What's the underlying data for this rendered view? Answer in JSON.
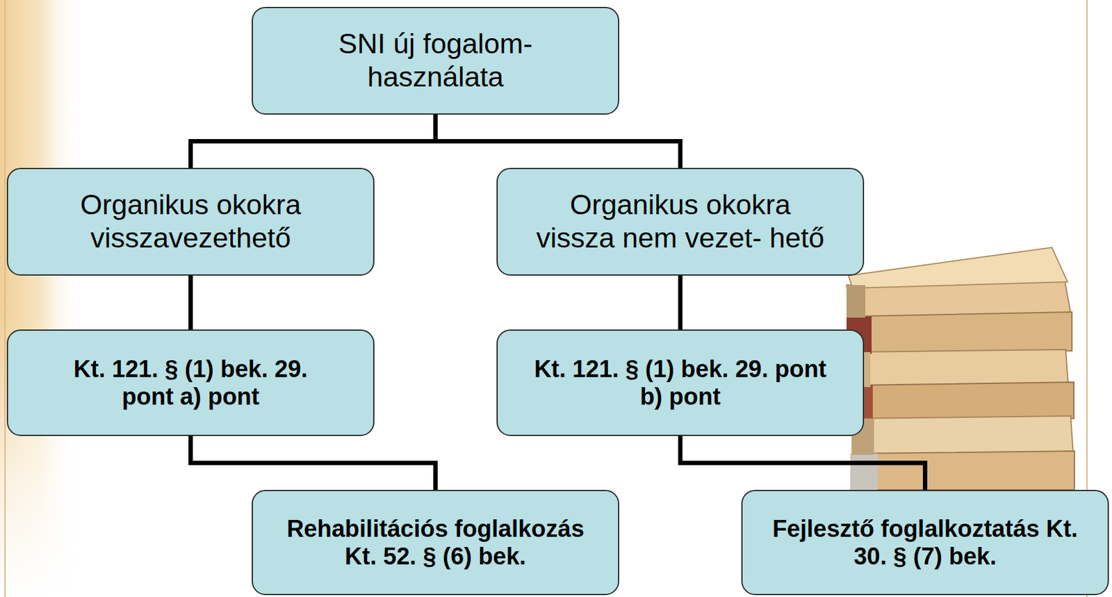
{
  "diagram": {
    "nodes": [
      {
        "text": [
          "SNI új fogalom- használata"
        ]
      },
      {
        "text": [
          "Organikus okokra visszavezethető"
        ]
      },
      {
        "text": [
          "Organikus okokra vissza nem vezet- hető"
        ]
      },
      {
        "text": [
          "Kt. 121. § (1) bek. 29. pont a) pont"
        ]
      },
      {
        "text": [
          "Kt. 121. § (1) bek. 29. pont b) pont"
        ]
      },
      {
        "text": [
          "Rehabilitációs foglalkozás Kt. 52. § (6) bek."
        ]
      },
      {
        "text": [
          "Fejlesztő foglalkoztatás Kt. 30. § (7) bek."
        ]
      }
    ],
    "edges": [
      {
        "from": 0,
        "to": 1,
        "arrow": "none"
      },
      {
        "from": 0,
        "to": 2,
        "arrow": "none"
      },
      {
        "from": 1,
        "to": 3,
        "arrow": "none"
      },
      {
        "from": 2,
        "to": 4,
        "arrow": "none"
      },
      {
        "from": 3,
        "to": 5,
        "arrow": "none"
      },
      {
        "from": 4,
        "to": 6,
        "arrow": "none"
      }
    ]
  }
}
